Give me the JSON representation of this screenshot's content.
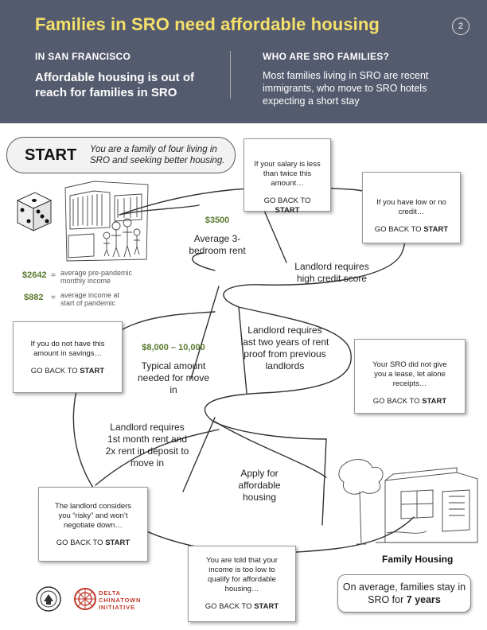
{
  "header": {
    "title": "Families in SRO need affordable housing",
    "page_number": "2",
    "left_heading": "IN SAN FRANCISCO",
    "left_body": "Affordable housing is out of reach for families in SRO",
    "right_heading": "WHO ARE SRO FAMILIES?",
    "right_body": "Most families living in SRO are recent immigrants, who move to SRO hotels expecting a short stay"
  },
  "start": {
    "label": "START",
    "description": "You are a family of four living in SRO and seeking better housing."
  },
  "stats": {
    "income_pre_value": "$2642",
    "income_pre_label": "average pre-pandemic monthly income",
    "income_start_value": "$882",
    "income_start_label": "average income at start of pandemic",
    "equals": "="
  },
  "board": {
    "rent_value": "$3500",
    "rent_label": "Average 3-bedroom rent",
    "credit_label": "Landlord requires high credit score",
    "proof_label": "Landlord requires last two years of rent proof from previous landlords",
    "movein_value": "$8,000 – 10,000",
    "movein_label": "Typical amount needed for move in",
    "deposit_label": "Landlord requires 1st month rent and 2x rent in deposit to move in",
    "apply_label": "Apply for affordable housing"
  },
  "bubbles": {
    "go_back": "GO BACK TO",
    "start_word": "START",
    "salary": "If your salary is less than twice this amount…",
    "credit": "If you have low or no credit…",
    "savings": "If you do not have this amount in savings…",
    "lease": "Your SRO did not give you a lease, let alone receipts…",
    "risky": "The landlord considers you “risky” and won’t negotiate down…",
    "income": "You are told that your income is too low to qualify for affordable housing…"
  },
  "footer": {
    "family_housing": "Family Housing",
    "summary_prefix": "On average, families stay in SRO for",
    "summary_years": "7 years",
    "logo_name": "DELTA CHINATOWN INITIATIVE"
  },
  "colors": {
    "header_bg": "#555b6e",
    "title": "#f5e06a",
    "accent_green": "#5a7a2e",
    "logo_red": "#c0392b"
  }
}
